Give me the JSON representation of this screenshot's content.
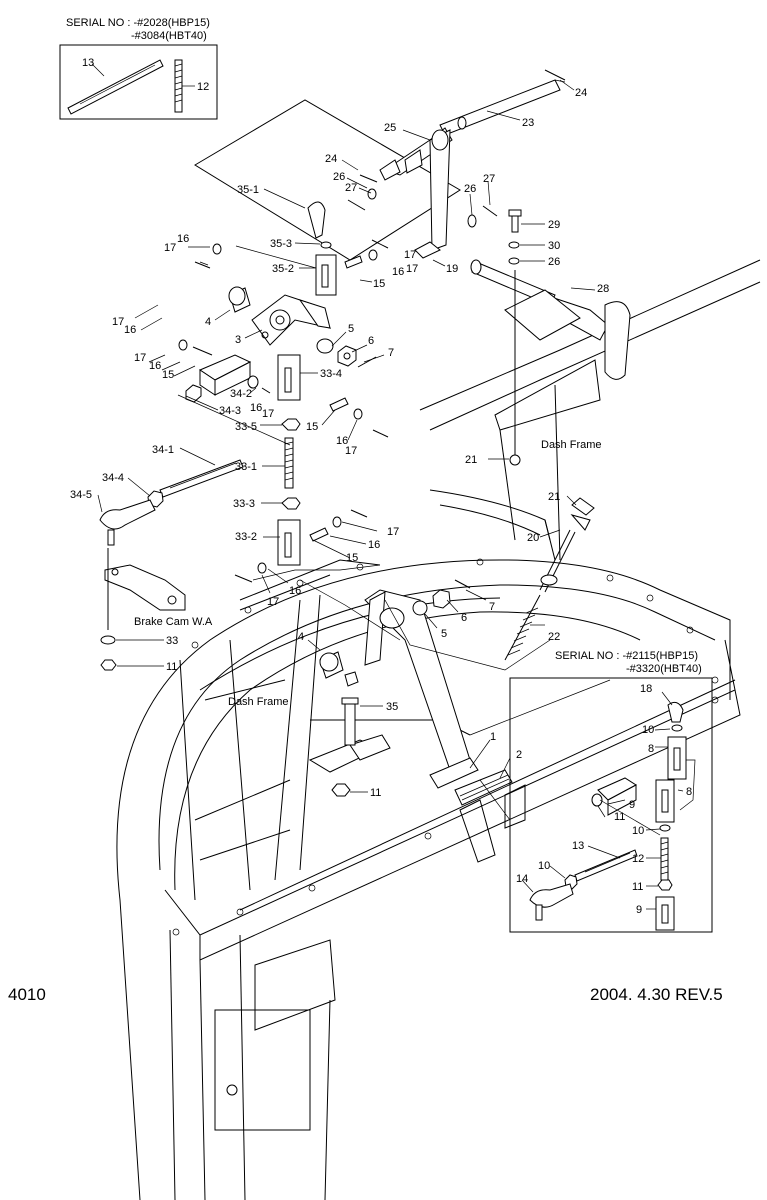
{
  "inset_top": {
    "serial_line1": "SERIAL NO : -#2028(HBP15)",
    "serial_line2": "-#3084(HBT40)"
  },
  "inset_bottom": {
    "serial_line1": "SERIAL NO : -#2115(HBP15)",
    "serial_line2": "-#3320(HBT40)"
  },
  "area_labels": {
    "dash_frame_right": "Dash Frame",
    "dash_frame_left": "Dash Frame",
    "brake_cam": "Brake Cam W.A"
  },
  "footer": {
    "page_code": "4010",
    "revision": "2004. 4.30 REV.5"
  },
  "callouts": [
    {
      "id": "c13t",
      "text": "13"
    },
    {
      "id": "c12t",
      "text": "12"
    },
    {
      "id": "c24a",
      "text": "24"
    },
    {
      "id": "c23",
      "text": "23"
    },
    {
      "id": "c25",
      "text": "25"
    },
    {
      "id": "c24b",
      "text": "24"
    },
    {
      "id": "c26a",
      "text": "26"
    },
    {
      "id": "c27a",
      "text": "27"
    },
    {
      "id": "c35_1",
      "text": "35-1"
    },
    {
      "id": "c26b",
      "text": "26"
    },
    {
      "id": "c27b",
      "text": "27"
    },
    {
      "id": "c29",
      "text": "29"
    },
    {
      "id": "c30",
      "text": "30"
    },
    {
      "id": "c26c",
      "text": "26"
    },
    {
      "id": "c35_3",
      "text": "35-3"
    },
    {
      "id": "c35_2",
      "text": "35-2"
    },
    {
      "id": "c16a",
      "text": "16"
    },
    {
      "id": "c17a",
      "text": "17"
    },
    {
      "id": "c16b",
      "text": "16"
    },
    {
      "id": "c17b",
      "text": "17"
    },
    {
      "id": "c15a",
      "text": "15"
    },
    {
      "id": "c17c",
      "text": "17"
    },
    {
      "id": "c19",
      "text": "19"
    },
    {
      "id": "c28",
      "text": "28"
    },
    {
      "id": "c17d",
      "text": "17"
    },
    {
      "id": "c16c",
      "text": "16"
    },
    {
      "id": "c4a",
      "text": "4"
    },
    {
      "id": "c3",
      "text": "3"
    },
    {
      "id": "c5a",
      "text": "5"
    },
    {
      "id": "c6a",
      "text": "6"
    },
    {
      "id": "c7a",
      "text": "7"
    },
    {
      "id": "c17e",
      "text": "17"
    },
    {
      "id": "c16d",
      "text": "16"
    },
    {
      "id": "c15b",
      "text": "15"
    },
    {
      "id": "c33_4",
      "text": "33-4"
    },
    {
      "id": "c34_2",
      "text": "34-2"
    },
    {
      "id": "c16e",
      "text": "16"
    },
    {
      "id": "c17f",
      "text": "17"
    },
    {
      "id": "c34_3",
      "text": "34-3"
    },
    {
      "id": "c33_5",
      "text": "33-5"
    },
    {
      "id": "c15c",
      "text": "15"
    },
    {
      "id": "c16f",
      "text": "16"
    },
    {
      "id": "c17g",
      "text": "17"
    },
    {
      "id": "c34_1",
      "text": "34-1"
    },
    {
      "id": "c33_1",
      "text": "33-1"
    },
    {
      "id": "c21a",
      "text": "21"
    },
    {
      "id": "c34_4",
      "text": "34-4"
    },
    {
      "id": "c34_5",
      "text": "34-5"
    },
    {
      "id": "c33_3",
      "text": "33-3"
    },
    {
      "id": "c21b",
      "text": "21"
    },
    {
      "id": "c17h",
      "text": "17"
    },
    {
      "id": "c33_2",
      "text": "33-2"
    },
    {
      "id": "c16g",
      "text": "16"
    },
    {
      "id": "c20",
      "text": "20"
    },
    {
      "id": "c15d",
      "text": "15"
    },
    {
      "id": "c17i",
      "text": "17"
    },
    {
      "id": "c16h",
      "text": "16"
    },
    {
      "id": "c7b",
      "text": "7"
    },
    {
      "id": "c6b",
      "text": "6"
    },
    {
      "id": "c5b",
      "text": "5"
    },
    {
      "id": "c22",
      "text": "22"
    },
    {
      "id": "c33",
      "text": "33"
    },
    {
      "id": "c4b",
      "text": "4"
    },
    {
      "id": "c11a",
      "text": "11"
    },
    {
      "id": "c35",
      "text": "35"
    },
    {
      "id": "c1",
      "text": "1"
    },
    {
      "id": "c2",
      "text": "2"
    },
    {
      "id": "c11b",
      "text": "11"
    },
    {
      "id": "c18",
      "text": "18"
    },
    {
      "id": "c10a",
      "text": "10"
    },
    {
      "id": "c8a",
      "text": "8"
    },
    {
      "id": "c8b",
      "text": "8"
    },
    {
      "id": "c9a",
      "text": "9"
    },
    {
      "id": "c11c",
      "text": "11"
    },
    {
      "id": "c10b",
      "text": "10"
    },
    {
      "id": "c13b",
      "text": "13"
    },
    {
      "id": "c12b",
      "text": "12"
    },
    {
      "id": "c10c",
      "text": "10"
    },
    {
      "id": "c14",
      "text": "14"
    },
    {
      "id": "c11d",
      "text": "11"
    },
    {
      "id": "c9b",
      "text": "9"
    }
  ]
}
